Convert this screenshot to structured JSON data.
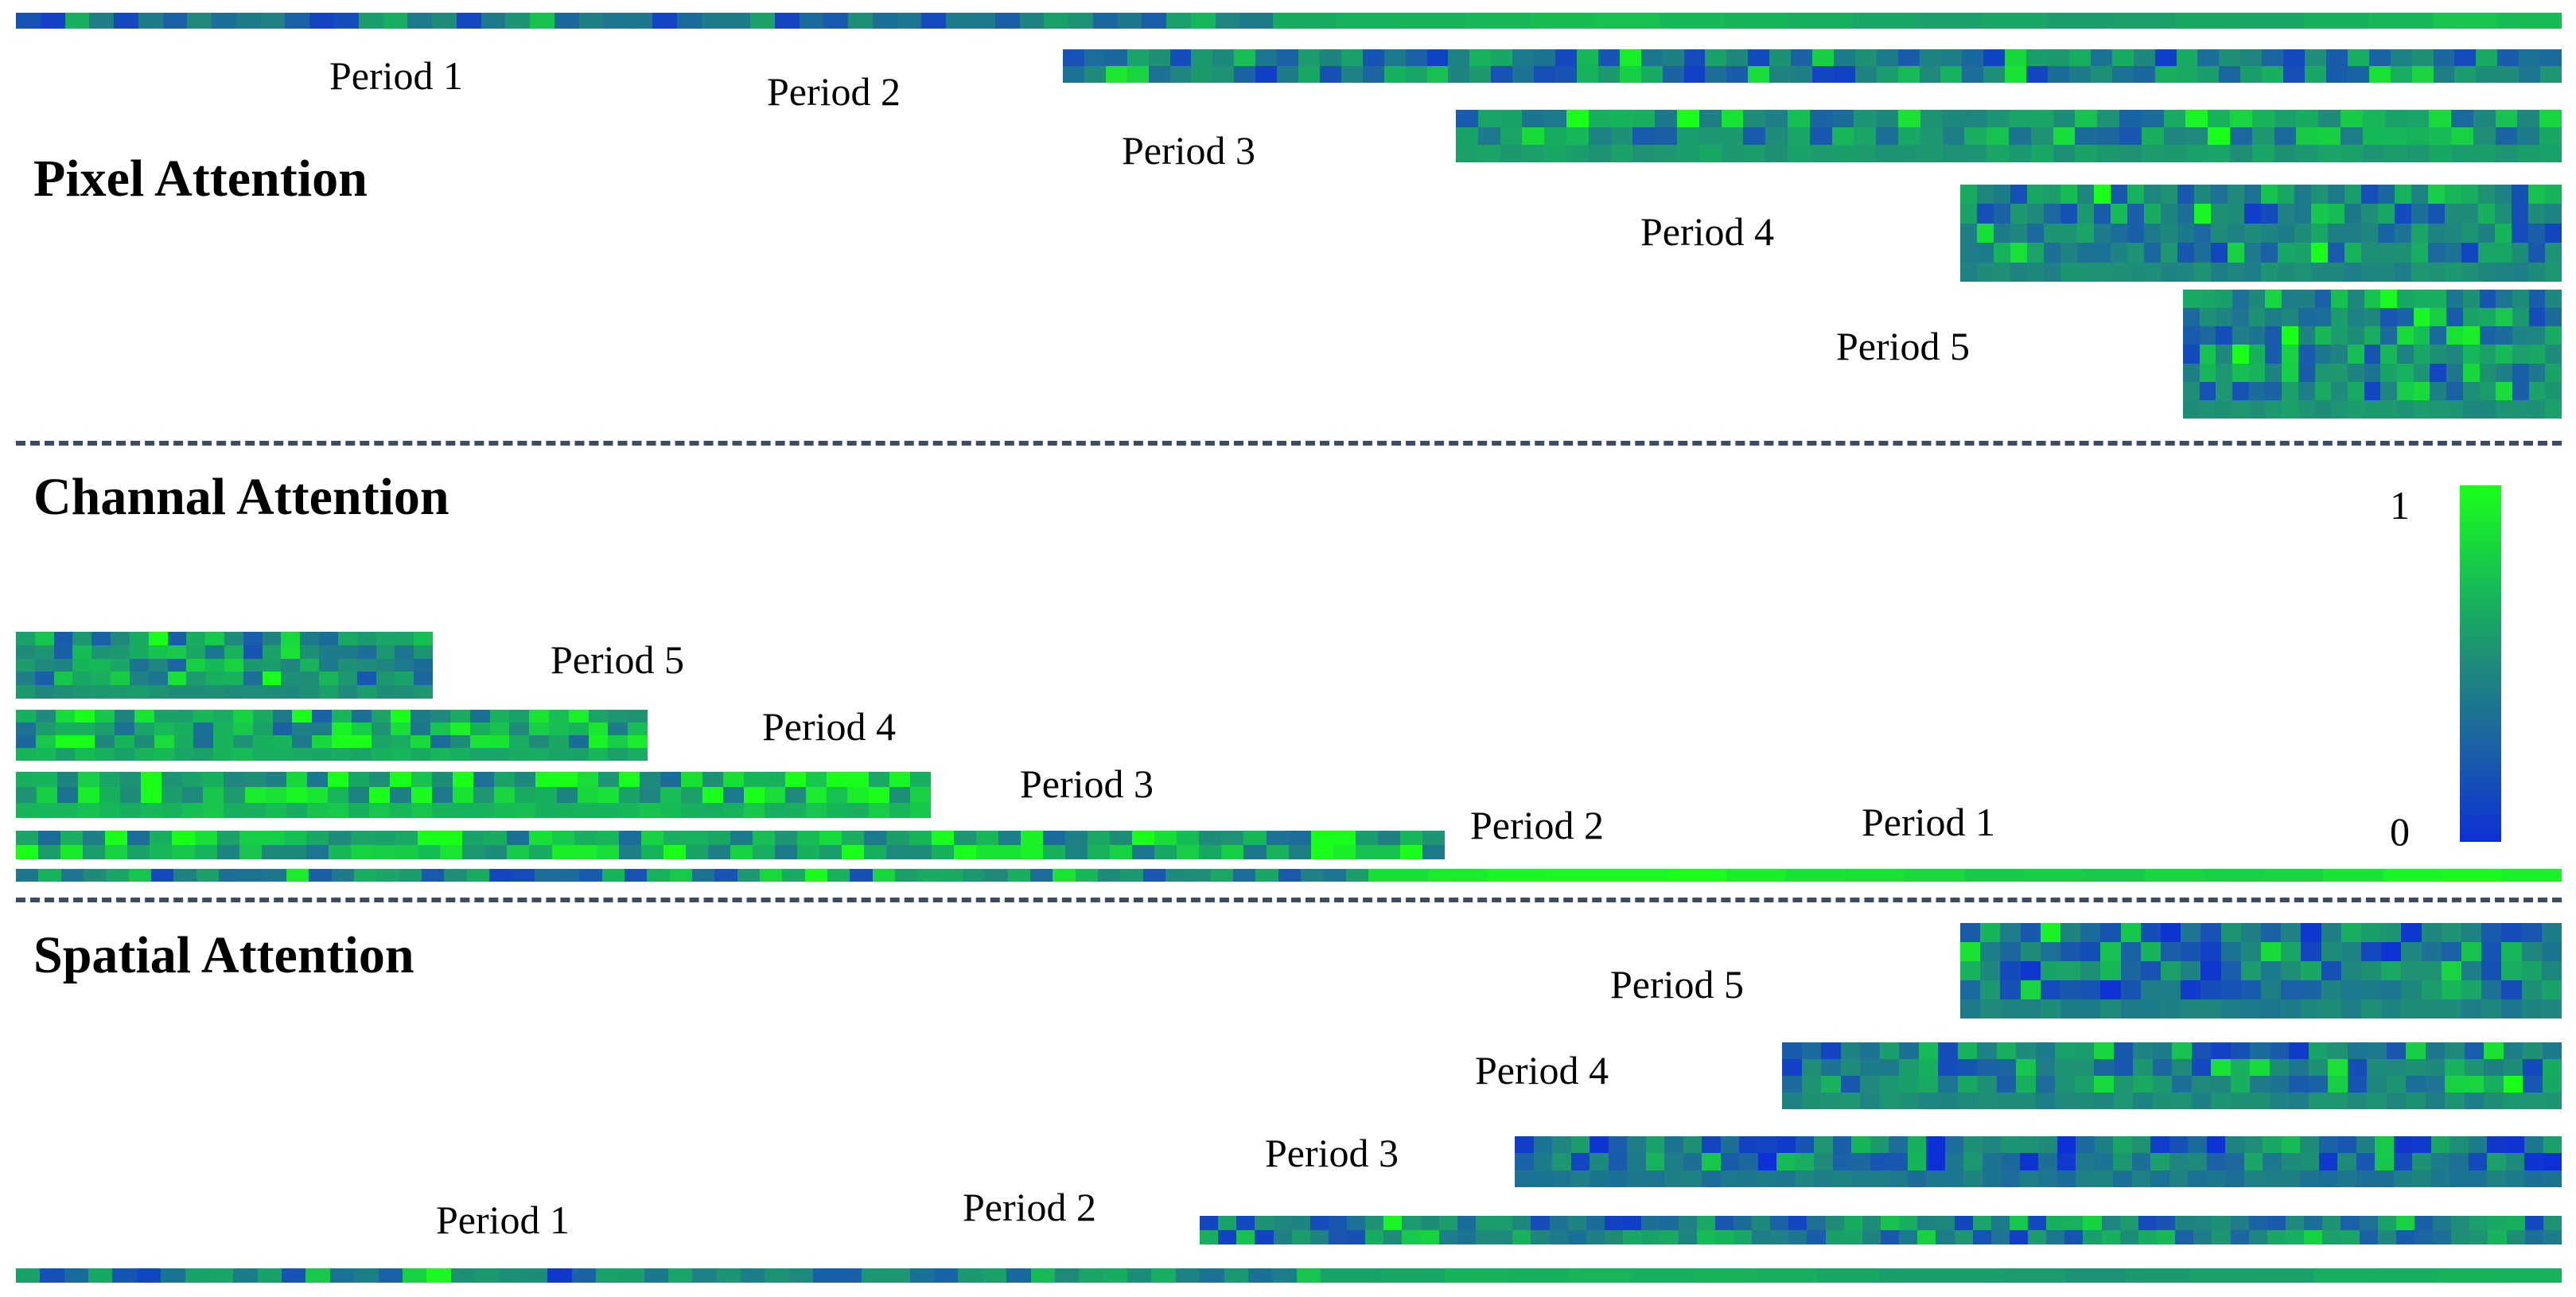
{
  "sections": {
    "pixel": {
      "title": "Pixel Attention",
      "period_labels": [
        "Period 1",
        "Period 2",
        "Period 3",
        "Period 4",
        "Period 5"
      ]
    },
    "channel": {
      "title": "Channal Attention",
      "period_labels": [
        "Period 5",
        "Period 4",
        "Period 3",
        "Period 2",
        "Period 1"
      ]
    },
    "spatial": {
      "title": "Spatial Attention",
      "period_labels": [
        "Period 5",
        "Period 4",
        "Period 3",
        "Period 2",
        "Period 1"
      ]
    }
  },
  "colorbar": {
    "max_label": "1",
    "min_label": "0",
    "colors": [
      "#0d2fd6",
      "#1a5fa8",
      "#1f8a7a",
      "#16b858",
      "#1aff1a"
    ]
  }
}
